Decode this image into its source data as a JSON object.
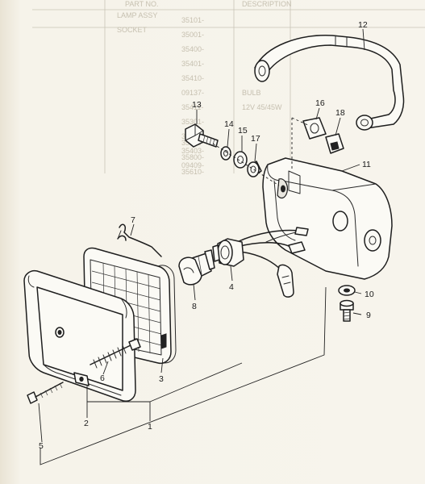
{
  "callouts": [
    {
      "id": "1",
      "label": "1"
    },
    {
      "id": "2",
      "label": "2"
    },
    {
      "id": "3",
      "label": "3"
    },
    {
      "id": "4",
      "label": "4"
    },
    {
      "id": "5",
      "label": "5"
    },
    {
      "id": "6",
      "label": "6"
    },
    {
      "id": "7",
      "label": "7"
    },
    {
      "id": "8",
      "label": "8"
    },
    {
      "id": "9",
      "label": "9"
    },
    {
      "id": "10",
      "label": "10"
    },
    {
      "id": "11",
      "label": "11"
    },
    {
      "id": "12",
      "label": "12"
    },
    {
      "id": "13",
      "label": "13"
    },
    {
      "id": "14",
      "label": "14"
    },
    {
      "id": "15",
      "label": "15"
    },
    {
      "id": "16",
      "label": "16"
    },
    {
      "id": "17",
      "label": "17"
    },
    {
      "id": "18",
      "label": "18"
    }
  ],
  "background_table": {
    "header": [
      "PART NO.",
      "DESCRIPTION"
    ],
    "rows": [
      "35101-",
      "35001-",
      "35400-",
      "35401-",
      "35410-",
      "09137-",
      "35411-",
      "35301-",
      "35402-",
      "35403-",
      "09409-",
      "35411-",
      "35800-",
      "35610-"
    ],
    "texts": [
      "LAMP ASSY",
      "SOCKET",
      "BULB",
      "12V 45/45W"
    ]
  }
}
